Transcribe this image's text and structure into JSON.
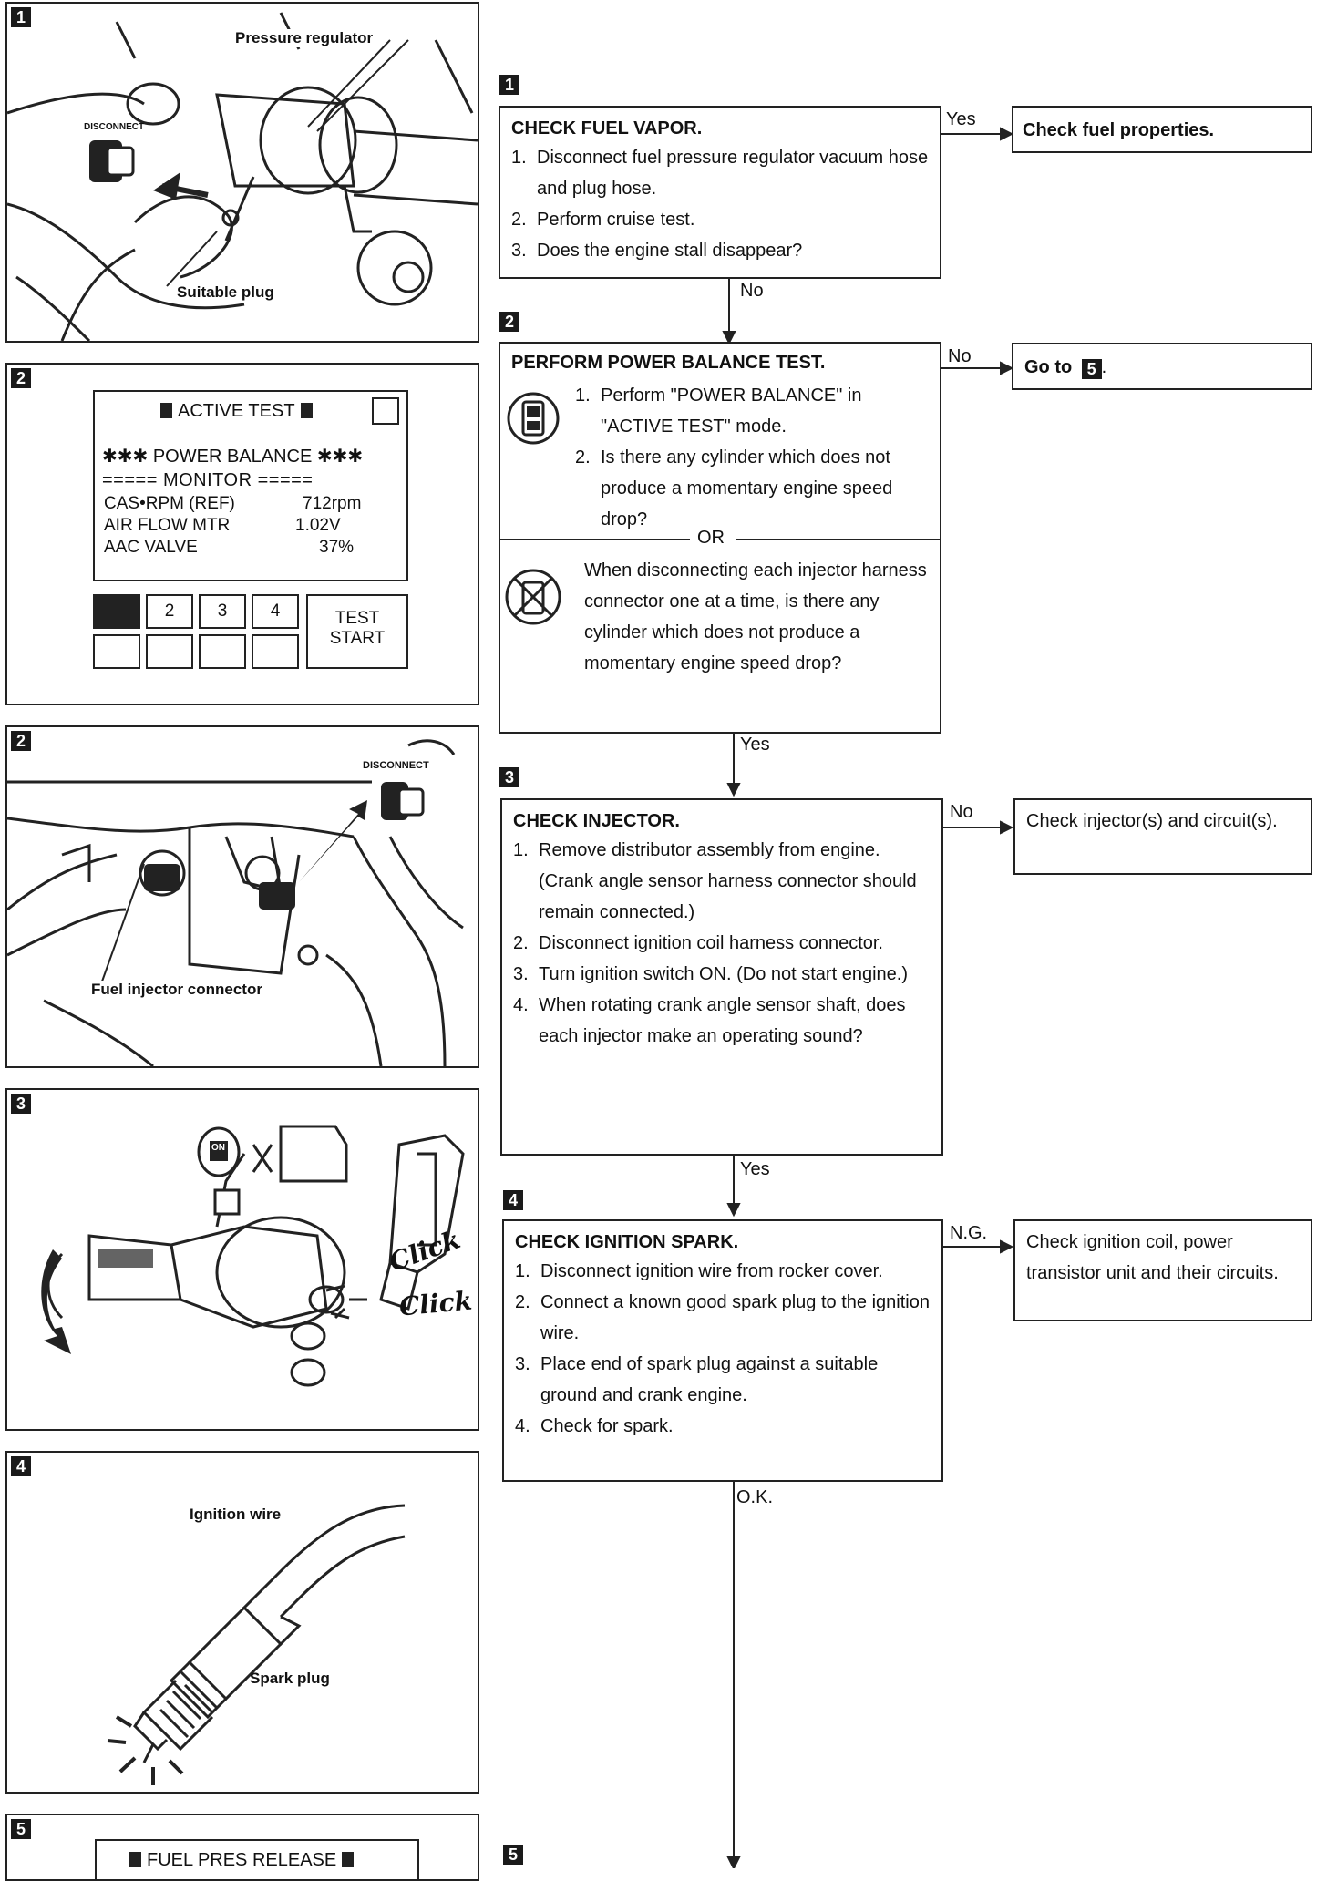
{
  "figures": [
    {
      "tag": "1",
      "labels": {
        "pressure_regulator": "Pressure regulator",
        "disconnect": "DISCONNECT",
        "suitable_plug": "Suitable plug"
      }
    },
    {
      "tag": "2",
      "screen": {
        "header": "ACTIVE TEST",
        "title": "✱✱✱ POWER BALANCE ✱✱✱",
        "monitor": "===== MONITOR =====",
        "rows": [
          {
            "label": "CAS•RPM (REF)",
            "value": "712rpm"
          },
          {
            "label": "AIR FLOW MTR",
            "value": "1.02V"
          },
          {
            "label": "AAC VALVE",
            "value": "37%"
          }
        ],
        "buttons": [
          "2",
          "3",
          "4"
        ],
        "test_start_line1": "TEST",
        "test_start_line2": "START"
      }
    },
    {
      "tag": "2",
      "labels": {
        "disconnect": "DISCONNECT",
        "fuel_injector_connector": "Fuel injector connector"
      }
    },
    {
      "tag": "3",
      "labels": {
        "on": "ON",
        "click1": "Click",
        "click2": "Click"
      }
    },
    {
      "tag": "4",
      "labels": {
        "ignition_wire": "Ignition wire",
        "spark_plug": "Spark plug"
      }
    },
    {
      "tag": "5",
      "screen": {
        "header": "FUEL PRES RELEASE"
      }
    }
  ],
  "steps": [
    {
      "tag": "1",
      "title": "CHECK FUEL VAPOR.",
      "items": [
        {
          "n": "1.",
          "text": "Disconnect fuel pressure regulator vacuum hose and plug hose."
        },
        {
          "n": "2.",
          "text": "Perform cruise test."
        },
        {
          "n": "3.",
          "text": "Does the engine stall disappear?"
        }
      ],
      "branch_label": "Yes",
      "branch_result": "Check fuel properties.",
      "next_label": "No"
    },
    {
      "tag": "2",
      "title": "PERFORM POWER BALANCE TEST.",
      "items": [
        {
          "n": "1.",
          "text": "Perform \"POWER BALANCE\" in \"ACTIVE TEST\" mode."
        },
        {
          "n": "2.",
          "text": "Is there any cylinder which does not produce a momentary engine speed drop?"
        }
      ],
      "or_label": "OR",
      "alt_text": "When disconnecting each injector harness connector one at a time, is there any cylinder which does not produce a momentary engine speed drop?",
      "branch_label": "No",
      "branch_result": "Go to",
      "branch_result_tag": "5",
      "branch_result_end": ".",
      "next_label": "Yes"
    },
    {
      "tag": "3",
      "title": "CHECK INJECTOR.",
      "items": [
        {
          "n": "1.",
          "text": "Remove distributor assembly from engine. (Crank angle sensor harness connector should remain connected.)"
        },
        {
          "n": "2.",
          "text": "Disconnect ignition coil harness connector."
        },
        {
          "n": "3.",
          "text": "Turn ignition switch ON. (Do not start engine.)"
        },
        {
          "n": "4.",
          "text": "When rotating crank angle sensor shaft, does each injector make an operating sound?"
        }
      ],
      "branch_label": "No",
      "branch_result": "Check injector(s) and circuit(s).",
      "next_label": "Yes"
    },
    {
      "tag": "4",
      "title": "CHECK IGNITION SPARK.",
      "items": [
        {
          "n": "1.",
          "text": "Disconnect ignition wire from rocker cover."
        },
        {
          "n": "2.",
          "text": "Connect a known good spark plug to the ignition wire."
        },
        {
          "n": "3.",
          "text": "Place end of spark plug against a suitable ground and crank engine."
        },
        {
          "n": "4.",
          "text": "Check for spark."
        }
      ],
      "branch_label": "N.G.",
      "branch_result": "Check ignition coil, power transistor unit and their circuits.",
      "next_label": "O.K."
    },
    {
      "tag": "5"
    }
  ]
}
